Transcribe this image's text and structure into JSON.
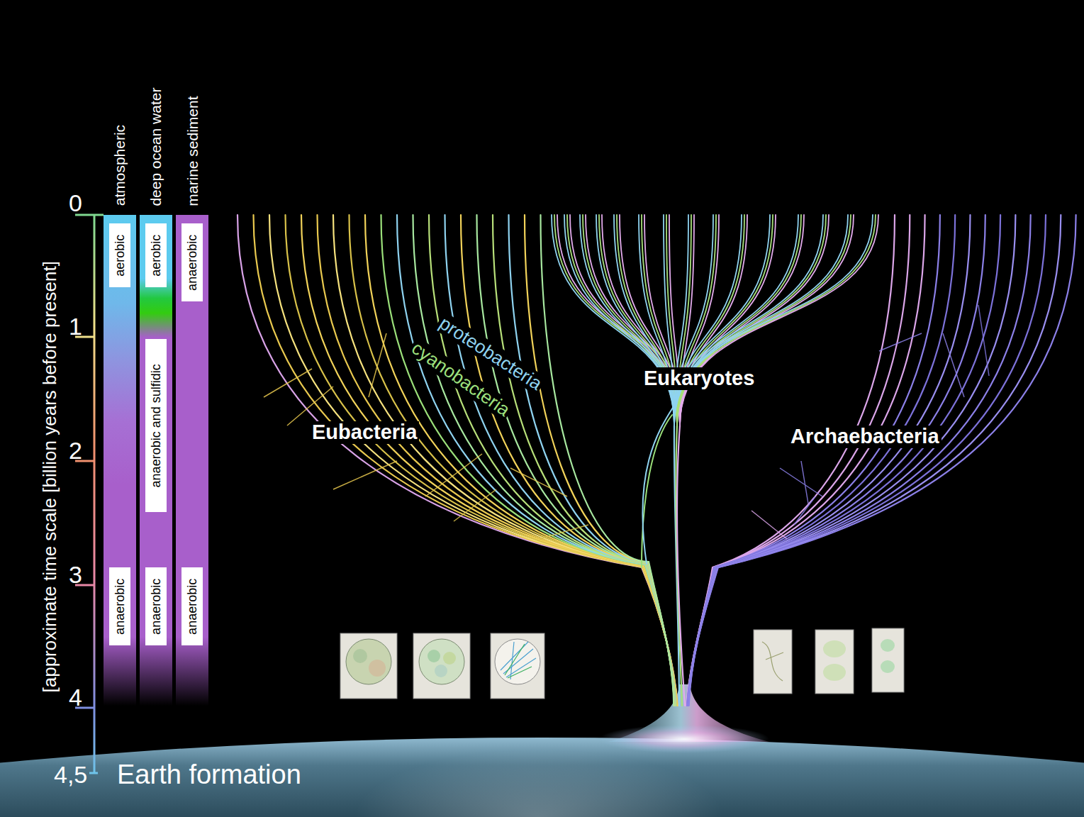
{
  "diagram": {
    "nodes": [
      {
        "text": [
          "atmospheric"
        ]
      },
      {
        "text": [
          "aerobic"
        ],
        "in": 0
      },
      {
        "text": [
          "anaerobic"
        ],
        "in": 0
      },
      {
        "text": [
          "deep ocean water"
        ]
      },
      {
        "text": [
          "aerobic"
        ],
        "in": 3
      },
      {
        "text": [
          "anaerobic and sulfidic"
        ],
        "in": 3
      },
      {
        "text": [
          "anaerobic"
        ],
        "in": 3
      },
      {
        "text": [
          "marine sediment"
        ]
      },
      {
        "text": [
          "anaerobic"
        ],
        "in": 7
      },
      {
        "text": [
          "anaerobic"
        ],
        "in": 7
      }
    ],
    "labels": [
      "[approximate time scale [billion years before present]",
      "0",
      "1",
      "2",
      "3",
      "4",
      "4,5",
      "Earth formation",
      "proteobacteria",
      "cyanobacteria",
      "Eubacteria",
      "Eukaryotes",
      "Archaebacteria"
    ]
  }
}
